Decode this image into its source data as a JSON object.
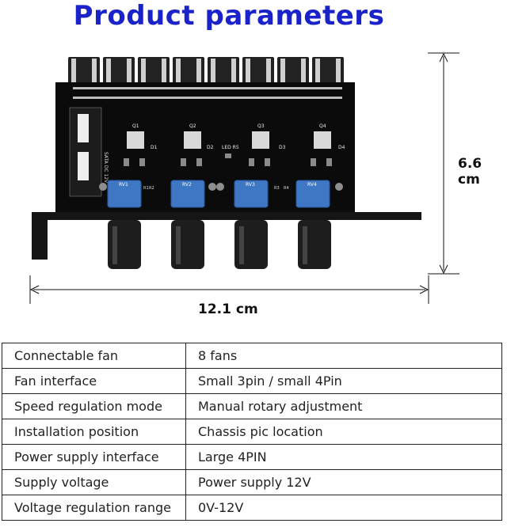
{
  "title": "Product parameters",
  "dimensions": {
    "height": "6.6 cm",
    "width": "12.1 cm"
  },
  "board_labels": {
    "rv": [
      "RV1",
      "RV2",
      "RV3",
      "RV4"
    ],
    "q": [
      "Q1",
      "Q2",
      "Q3",
      "Q4"
    ],
    "d": [
      "D1",
      "D2",
      "D3",
      "D4"
    ],
    "r": [
      "R1",
      "R2",
      "R3",
      "R4"
    ],
    "led": "LED R5",
    "sata": "SATA DC 12V"
  },
  "specs": [
    {
      "key": "Connectable fan",
      "value": "8 fans"
    },
    {
      "key": "Fan interface",
      "value": "Small 3pin / small 4Pin"
    },
    {
      "key": "Speed regulation mode",
      "value": "Manual rotary adjustment"
    },
    {
      "key": "Installation position",
      "value": "Chassis pic location"
    },
    {
      "key": "Power supply interface",
      "value": "Large 4PIN"
    },
    {
      "key": "Supply voltage",
      "value": "Power supply 12V"
    },
    {
      "key": "Voltage regulation range",
      "value": "0V-12V"
    }
  ]
}
